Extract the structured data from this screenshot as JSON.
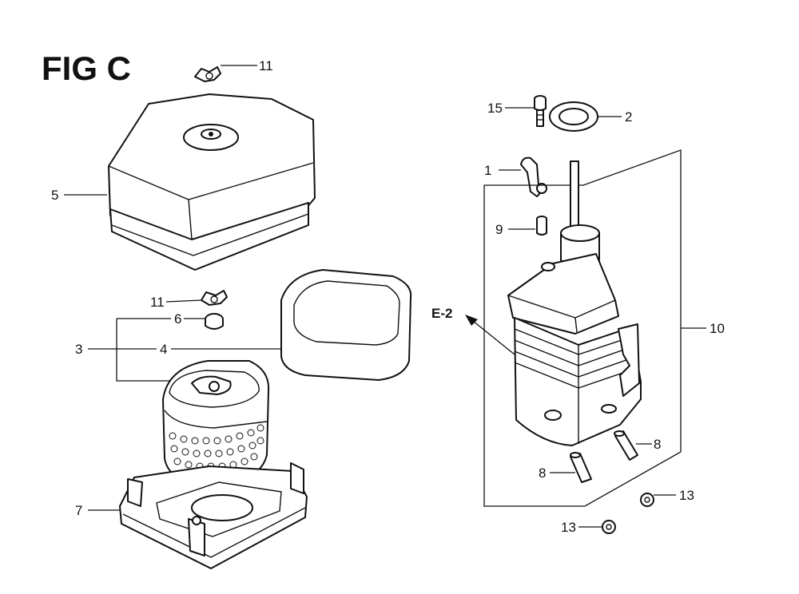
{
  "figure": {
    "title": "FIG C"
  },
  "labels": {
    "p1": "1",
    "p2": "2",
    "p3": "3",
    "p4": "4",
    "p5": "5",
    "p6": "6",
    "p7": "7",
    "p8a": "8",
    "p8b": "8",
    "p9": "9",
    "p10": "10",
    "p11a": "11",
    "p11b": "11",
    "p13a": "13",
    "p13b": "13",
    "p15": "15",
    "ref_e2": "E-2"
  }
}
